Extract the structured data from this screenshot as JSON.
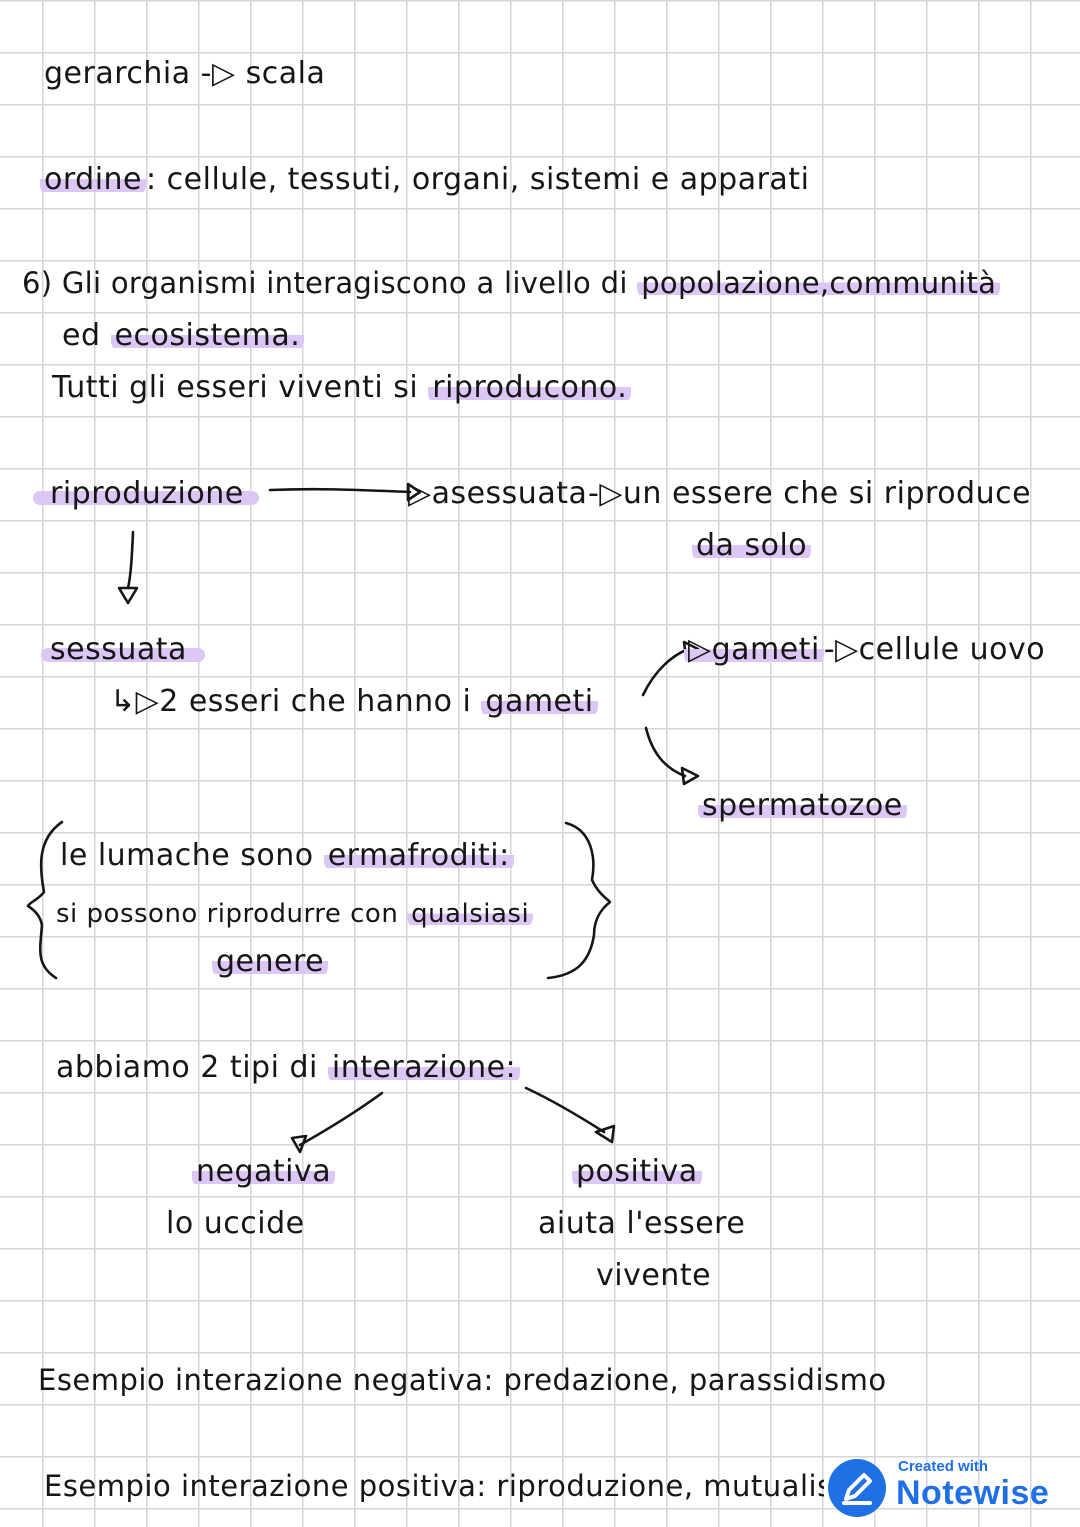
{
  "notes": {
    "l1": {
      "a": "gerarchia",
      "arrow": "-▷",
      "b": "scala"
    },
    "l2": {
      "a": "ordine",
      "b": ": cellule, tessuti, organi, sistemi e apparati"
    },
    "l3": {
      "a": "6) Gli organismi interagiscono a livello di ",
      "b": "popolazione,communità"
    },
    "l4": {
      "a": "ed ",
      "b": "ecosistema."
    },
    "l5": {
      "a": "Tutti gli esseri viventi si ",
      "b": "riproducono."
    },
    "riproduzione": "riproduzione",
    "asessuata": "▷asessuata",
    "asessuata_desc_1": "-▷un essere che si riproduce",
    "asessuata_desc_2": "da solo",
    "sessuata": "sessuata",
    "sessuata_desc": {
      "a": "↳▷2 esseri che hanno i ",
      "b": "gameti"
    },
    "gameti": {
      "a": "▷gameti",
      "b": "-▷cellule uovo"
    },
    "spermatozoi": "spermatozoe",
    "box": {
      "l1": {
        "a": "le lumache sono ",
        "b": "ermafroditi:"
      },
      "l2": {
        "a": "si possono riprodurre con ",
        "b": "qualsiasi"
      },
      "l3": "genere"
    },
    "interazione": {
      "a": "abbiamo 2 tipi di ",
      "b": "interazione:"
    },
    "negativa": {
      "label": "negativa",
      "desc": "lo uccide"
    },
    "positiva": {
      "label": "positiva",
      "desc_1": "aiuta l'essere",
      "desc_2": "vivente"
    },
    "es_neg": "Esempio interazione negativa: predazione, parassidismo",
    "es_pos": "Esempio interazione positiva: riproduzione, mutualism"
  },
  "badge": {
    "small": "Created with",
    "big": "Notewise",
    "icon": "pencil-icon"
  },
  "colors": {
    "highlight": "#dcc6f5",
    "ink": "#161616",
    "grid": "#d6d6d6",
    "brand": "#1f6fe5"
  }
}
